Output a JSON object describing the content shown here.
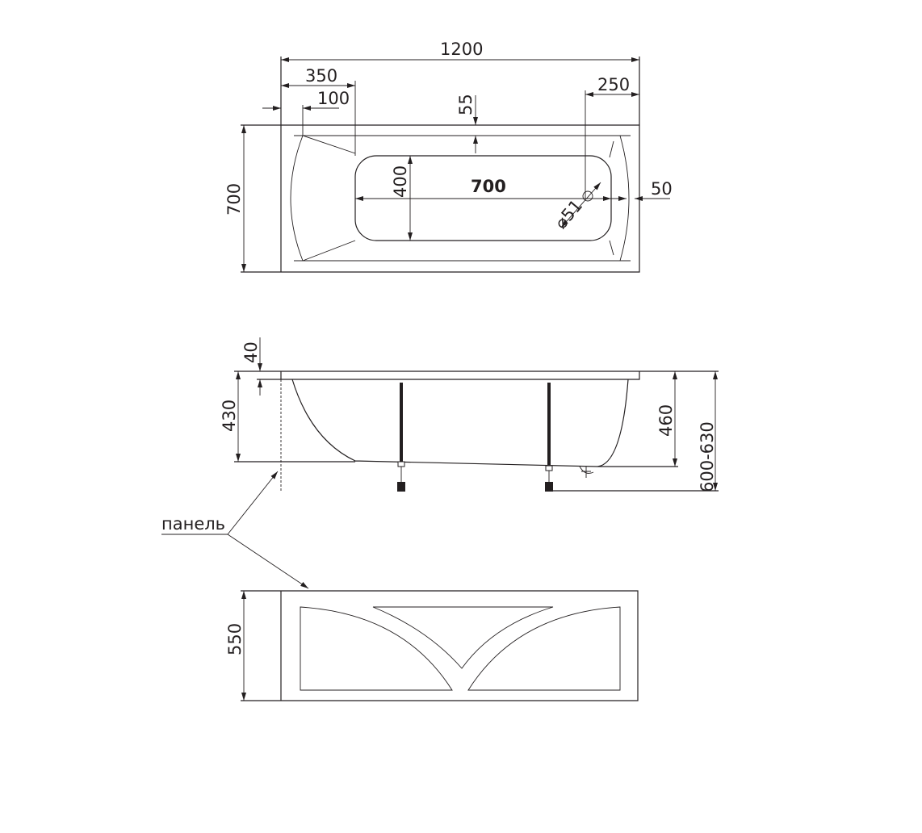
{
  "top_view": {
    "overall_length": "1200",
    "left_offset": "350",
    "left_rim": "100",
    "right_offset": "250",
    "rim_top": "55",
    "width": "700",
    "basin_width": "400",
    "basin_length": "700",
    "drain_diameter": "⌀51",
    "right_rim": "50"
  },
  "side_view": {
    "rim_thickness": "40",
    "depth_left": "430",
    "depth_right": "460",
    "total_height": "600-630"
  },
  "panel_label": "панель",
  "panel_view": {
    "height": "550"
  }
}
